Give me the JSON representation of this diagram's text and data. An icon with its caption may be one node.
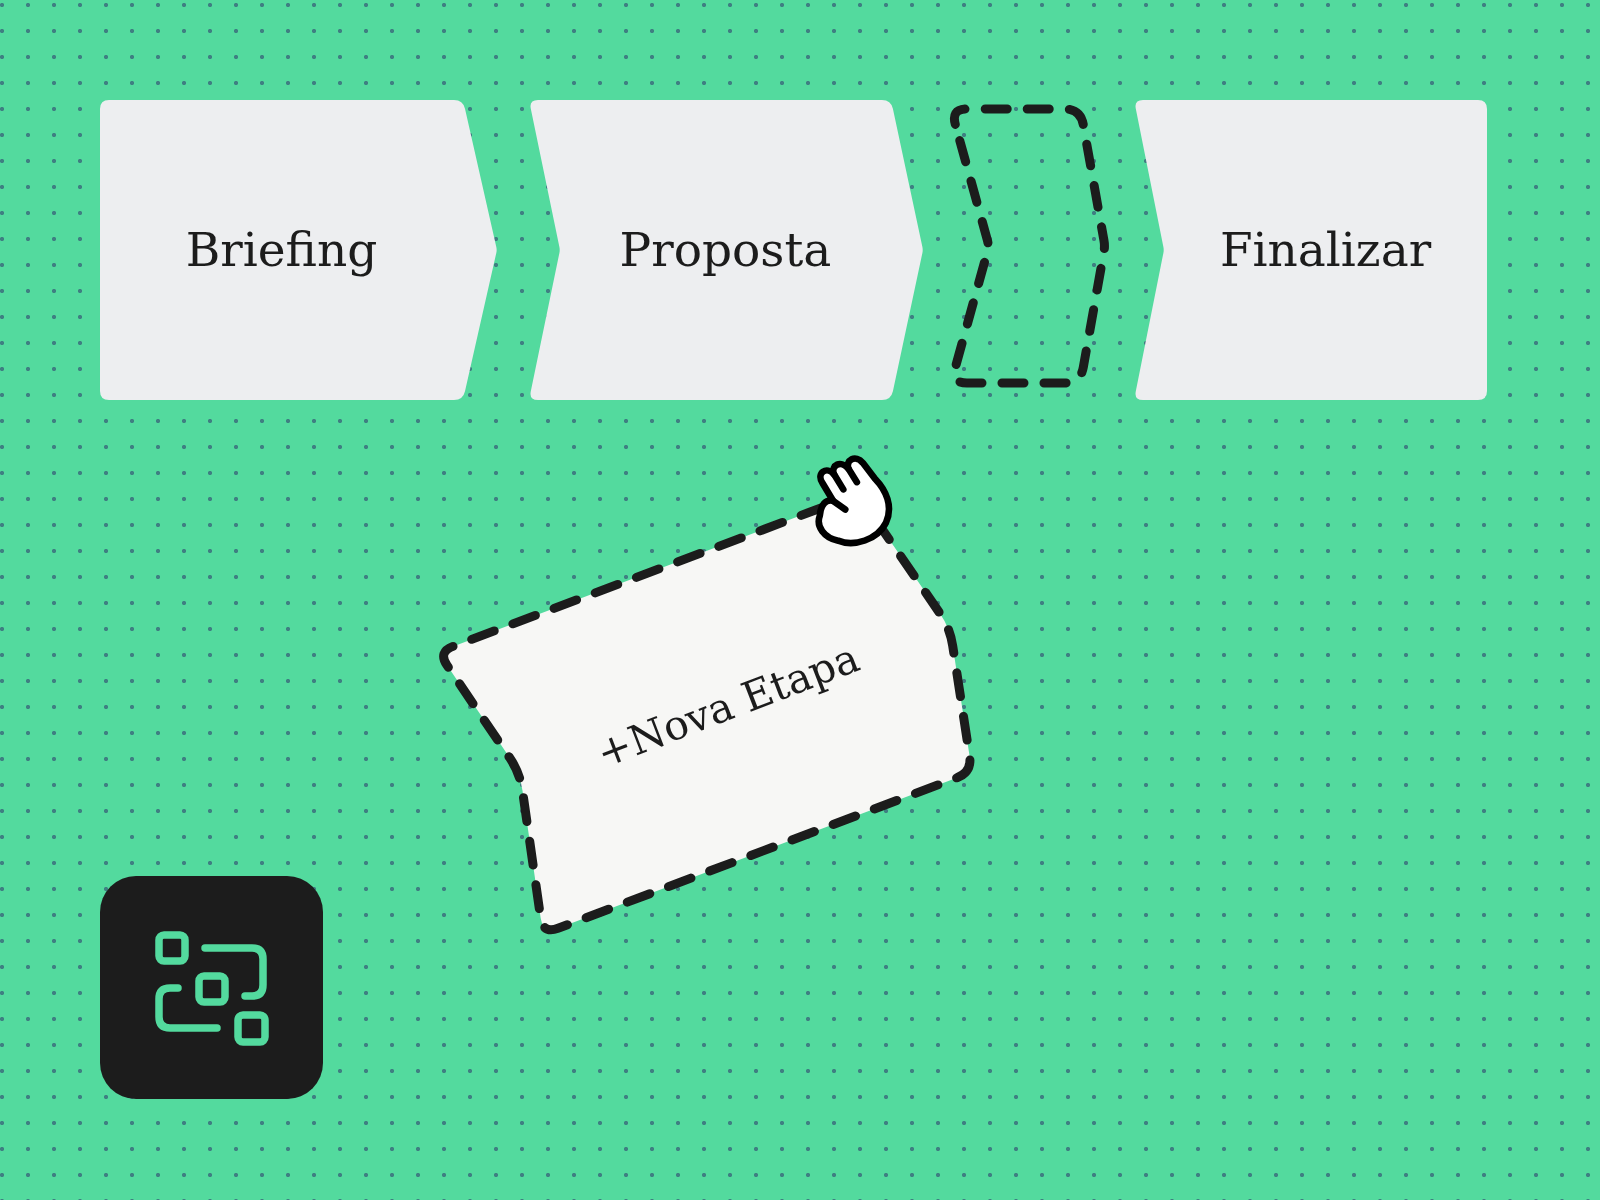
{
  "diagram": {
    "nodes": [
      {
        "text": [
          "Briefing"
        ]
      },
      {
        "text": [
          "Proposta"
        ]
      },
      {
        "text": [],
        "shape": "chevron"
      },
      {
        "text": [
          "Finalizar"
        ]
      },
      {
        "text": [
          "+Nova Etapa"
        ]
      }
    ]
  }
}
